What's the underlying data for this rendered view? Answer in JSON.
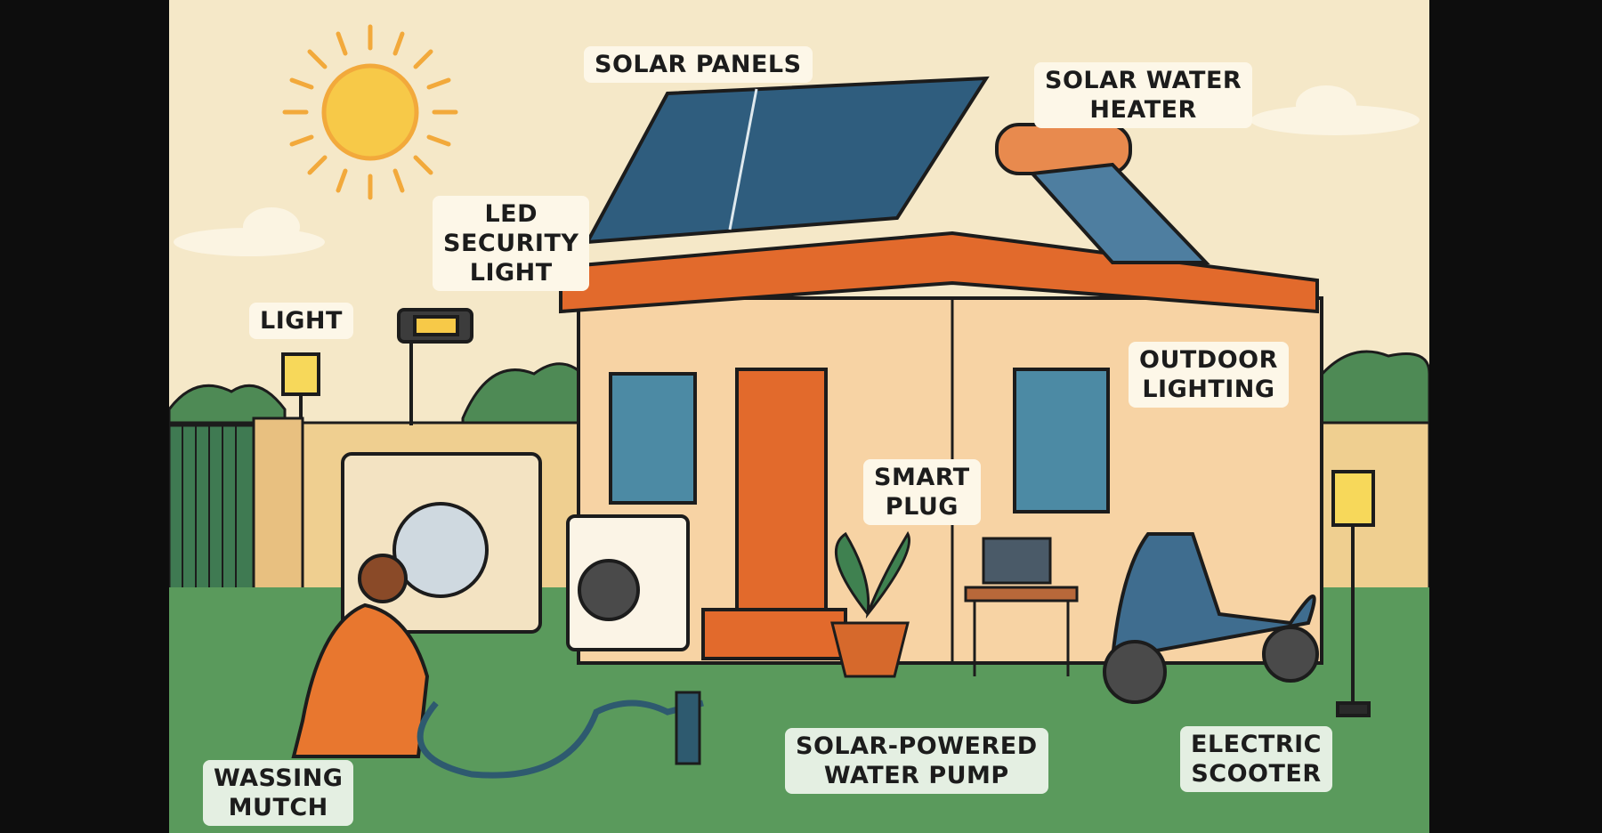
{
  "scene": {
    "title": "Solar-powered home illustration",
    "colors": {
      "sky": "#f5e8c8",
      "grass": "#5a9a5c",
      "house_wall": "#f7d3a4",
      "roof_trim": "#e26a2c",
      "panel": "#2f5d7e",
      "sun": "#f7c948"
    }
  },
  "labels": {
    "solar_panels": "SOLAR PANELS",
    "solar_water_heater_1": "SOLAR WATER",
    "solar_water_heater_2": "HEATER",
    "led_1": "LED",
    "led_2": "SECURITY",
    "led_3": "LIGHT",
    "light": "LIGHT",
    "outdoor_1": "OUTDOOR",
    "outdoor_2": "LIGHTING",
    "smart_1": "SMART",
    "smart_2": "PLUG",
    "pump_1": "SOLAR-POWERED",
    "pump_2": "WATER PUMP",
    "scooter_1": "ELECTRIC",
    "scooter_2": "SCOOTER",
    "wash_1": "WASSING",
    "wash_2": "MUTCH"
  }
}
